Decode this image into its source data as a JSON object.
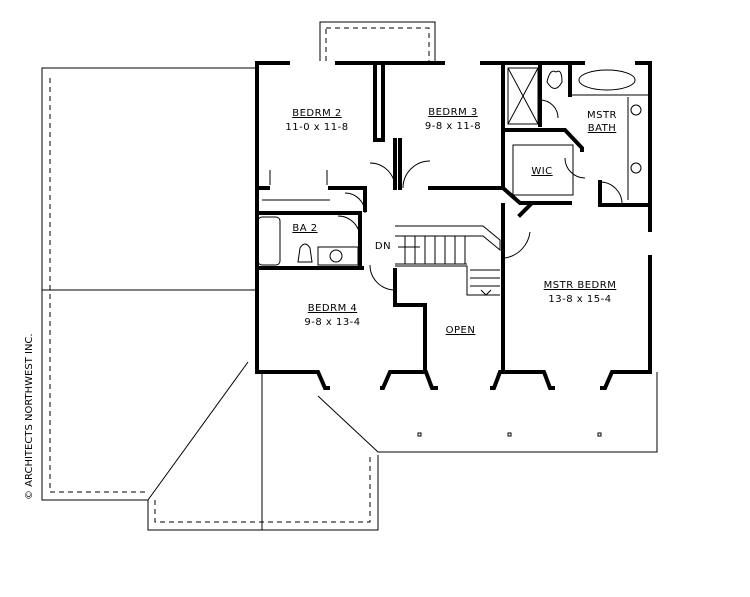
{
  "rooms": {
    "bedrm2": {
      "name": "BEDRM 2",
      "size": "11-0 x 11-8"
    },
    "bedrm3": {
      "name": "BEDRM 3",
      "size": "9-8 x 11-8"
    },
    "mstr_bath": {
      "name_line1": "MSTR",
      "name_line2": "BATH"
    },
    "wic": {
      "name": "WIC"
    },
    "ba2": {
      "name": "BA 2"
    },
    "dn": {
      "name": "DN"
    },
    "mstr_bedrm": {
      "name": "MSTR BEDRM",
      "size": "13-8 x 15-4"
    },
    "bedrm4": {
      "name": "BEDRM 4",
      "size": "9-8 x 13-4"
    },
    "open": {
      "name": "OPEN"
    }
  },
  "copyright": "© ARCHITECTS NORTHWEST INC."
}
